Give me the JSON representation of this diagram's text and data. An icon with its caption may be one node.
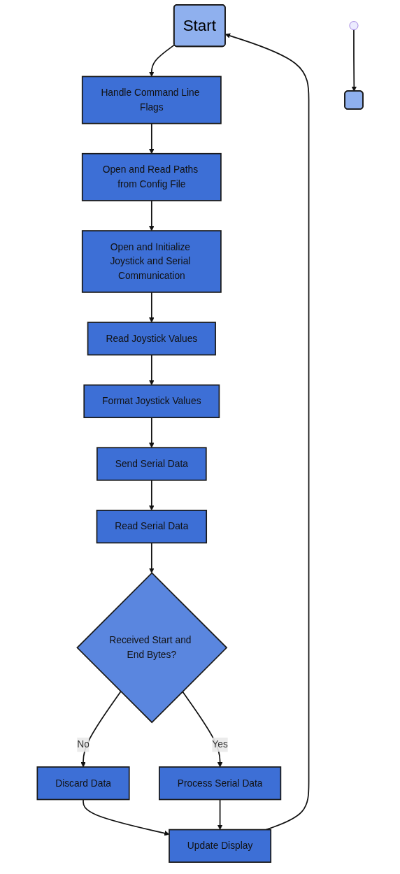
{
  "diagram": {
    "nodes": [
      {
        "text": [
          "Start"
        ]
      },
      {
        "text": [
          "Handle Command Line Flags"
        ]
      },
      {
        "text": [
          "Open and Read Paths from Config File"
        ]
      },
      {
        "text": [
          "Open and Initialize Joystick and Serial Communication"
        ]
      },
      {
        "text": [
          "Read Joystick Values"
        ]
      },
      {
        "text": [
          "Format Joystick Values"
        ]
      },
      {
        "text": [
          "Send Serial Data"
        ]
      },
      {
        "text": [
          "Read Serial Data"
        ]
      },
      {
        "text": [
          "Received Start and End Bytes?"
        ]
      },
      {
        "text": [
          "Discard Data"
        ]
      },
      {
        "text": [
          "Process Serial Data"
        ]
      },
      {
        "text": [
          "Update Display"
        ]
      },
      {
        "text": [],
        "shape": "box"
      }
    ],
    "edges": [
      {
        "from": 0,
        "to": 1,
        "arrow": "to"
      },
      {
        "from": 1,
        "to": 2,
        "arrow": "to"
      },
      {
        "from": 2,
        "to": 3,
        "arrow": "to"
      },
      {
        "from": 3,
        "to": 4,
        "arrow": "to"
      },
      {
        "from": 4,
        "to": 5,
        "arrow": "to"
      },
      {
        "from": 5,
        "to": 6,
        "arrow": "to"
      },
      {
        "from": 6,
        "to": 7,
        "arrow": "to"
      },
      {
        "from": 7,
        "to": 8,
        "arrow": "to"
      },
      {
        "from": 8,
        "to": 9,
        "label": "No",
        "arrow": "to"
      },
      {
        "from": 8,
        "to": 10,
        "label": "Yes",
        "arrow": "to"
      },
      {
        "from": 10,
        "to": 11,
        "arrow": "to"
      },
      {
        "from": 9,
        "to": 11,
        "arrow": "to"
      },
      {
        "from": 11,
        "to": 0,
        "arrow": "to"
      },
      {
        "from": null,
        "to": 12,
        "arrow": "to"
      }
    ]
  }
}
